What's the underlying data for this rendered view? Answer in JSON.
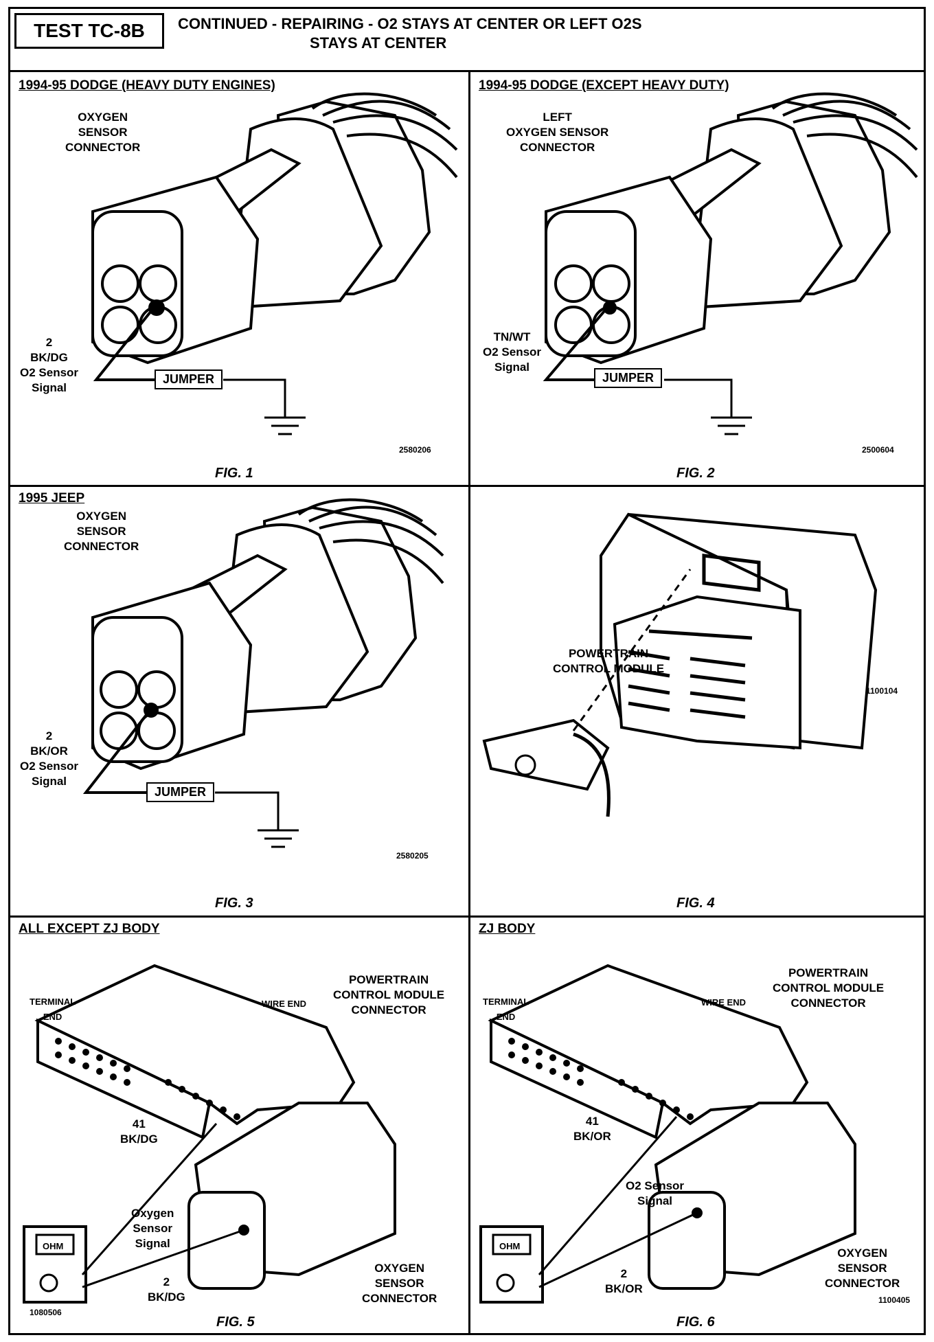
{
  "header": {
    "test_id": "TEST TC-8B",
    "title_line1": "CONTINUED -  REPAIRING - O2 STAYS AT CENTER OR LEFT O2S",
    "title_line2": "STAYS AT CENTER"
  },
  "panels": [
    {
      "title": "1994-95 DODGE (HEAVY DUTY ENGINES)",
      "connector_label": [
        "OXYGEN",
        "SENSOR",
        "CONNECTOR"
      ],
      "wire_label": [
        "2",
        "BK/DG",
        "O2 Sensor",
        "Signal"
      ],
      "jumper": "JUMPER",
      "code": "2580206",
      "fig": "FIG. 1"
    },
    {
      "title": "1994-95 DODGE (EXCEPT HEAVY DUTY)",
      "connector_label": [
        "LEFT",
        "OXYGEN SENSOR",
        "CONNECTOR"
      ],
      "wire_label": [
        "TN/WT",
        "O2 Sensor",
        "Signal"
      ],
      "jumper": "JUMPER",
      "code": "2500604",
      "fig": "FIG. 2"
    },
    {
      "title": "1995 JEEP",
      "connector_label": [
        "OXYGEN",
        "SENSOR",
        "CONNECTOR"
      ],
      "wire_label": [
        "2",
        "BK/OR",
        "O2 Sensor",
        "Signal"
      ],
      "jumper": "JUMPER",
      "code": "2580205",
      "fig": "FIG. 3"
    },
    {
      "module_label": [
        "POWERTRAIN",
        "CONTROL MODULE"
      ],
      "code": "1100104",
      "fig": "FIG. 4"
    },
    {
      "title": "ALL EXCEPT ZJ BODY",
      "pcm_label": [
        "POWERTRAIN",
        "CONTROL MODULE",
        "CONNECTOR"
      ],
      "terminal_end": [
        "TERMINAL",
        "END"
      ],
      "wire_end": "WIRE END",
      "pin_label": [
        "41",
        "BK/DG"
      ],
      "meter_label": "OHM",
      "signal_label": [
        "Oxygen",
        "Sensor",
        "Signal"
      ],
      "wire_label": [
        "2",
        "BK/DG"
      ],
      "connector_label": [
        "OXYGEN",
        "SENSOR",
        "CONNECTOR"
      ],
      "code": "1080506",
      "fig": "FIG. 5"
    },
    {
      "title": "ZJ BODY",
      "pcm_label": [
        "POWERTRAIN",
        "CONTROL MODULE",
        "CONNECTOR"
      ],
      "terminal_end": [
        "TERMINAL",
        "END"
      ],
      "wire_end": "WIRE END",
      "pin_label": [
        "41",
        "BK/OR"
      ],
      "meter_label": "OHM",
      "signal_label": [
        "O2 Sensor",
        "Signal"
      ],
      "wire_label": [
        "2",
        "BK/OR"
      ],
      "connector_label": [
        "OXYGEN",
        "SENSOR",
        "CONNECTOR"
      ],
      "code": "1100405",
      "fig": "FIG. 6"
    }
  ]
}
